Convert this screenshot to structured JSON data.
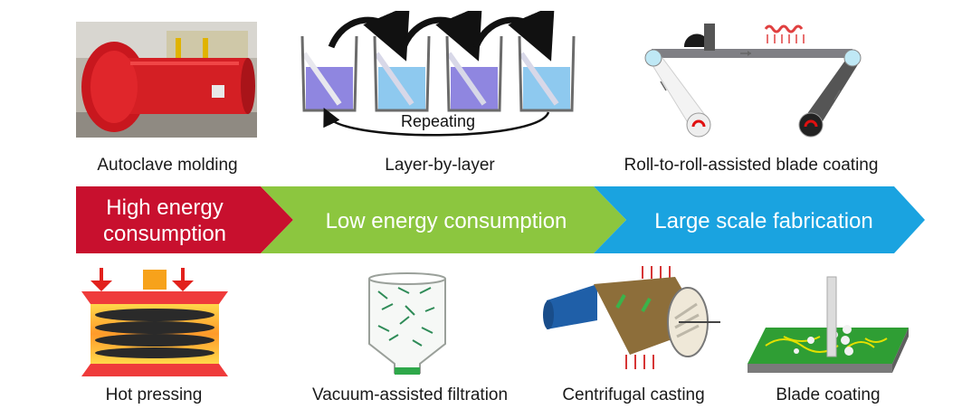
{
  "top_row": [
    {
      "caption": "Autoclave molding"
    },
    {
      "caption": "Layer-by-layer",
      "diagram_label": "Repeating"
    },
    {
      "caption": "Roll-to-roll-assisted blade coating"
    }
  ],
  "band": [
    {
      "line1": "High energy",
      "line2": "consumption",
      "color": "#c8102e"
    },
    {
      "text": "Low energy consumption",
      "color": "#8cc63f"
    },
    {
      "text": "Large scale fabrication",
      "color": "#1aa3e0"
    }
  ],
  "bottom_row": [
    {
      "caption": "Hot pressing"
    },
    {
      "caption": "Vacuum-assisted filtration"
    },
    {
      "caption": "Centrifugal casting"
    },
    {
      "caption": "Blade coating"
    }
  ]
}
